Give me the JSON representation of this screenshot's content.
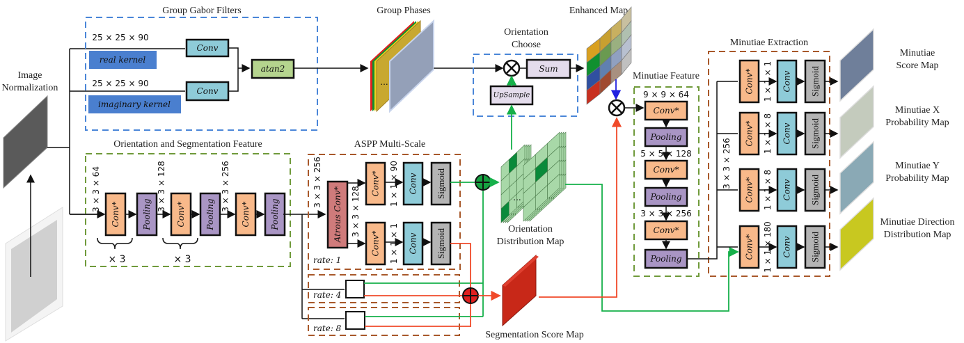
{
  "input": {
    "title_line1": "Image",
    "title_line2": "Normalization"
  },
  "gabor": {
    "title": "Group  Gabor Filters",
    "real_dim": "25 × 25 × 90",
    "imag_dim": "25 × 25 × 90",
    "real_kernel": "real kernel",
    "imag_kernel": "imaginary kernel",
    "conv": "Conv",
    "atan2": "atan2"
  },
  "group_phases": {
    "title": "Group Phases",
    "dots": "..."
  },
  "orientation_choose": {
    "title_line1": "Orientation",
    "title_line2": "Choose",
    "sum": "Sum",
    "upsample": "UpSample"
  },
  "enhanced_map": {
    "title": "Enhanced Map"
  },
  "oseg": {
    "title": "Orientation and Segmentation Feature",
    "dims": [
      "3 × 3 × 64",
      "3 × 3 × 128",
      "3 × 3 × 256"
    ],
    "conv": "Conv*",
    "pooling": "Pooling",
    "repeat": "× 3"
  },
  "aspp": {
    "title": "ASPP Multi-Scale",
    "in_dim": "3 × 3 × 256",
    "atrous": "Atrous Conv*",
    "mid_dim": "3 × 3 × 128",
    "conv_star": "Conv*",
    "conv": "Conv",
    "sigmoid": "Sigmoid",
    "upper_dim": "1 × 1 × 90",
    "lower_dim": "1 × 1 × 1",
    "rates": [
      "rate: 1",
      "rate: 4",
      "rate: 8"
    ]
  },
  "orientation_map": {
    "title_line1": "Orientation",
    "title_line2": "Distribution Map",
    "dots": "..."
  },
  "segmentation_map": {
    "title": "Segmentation Score Map"
  },
  "minutiae_feature": {
    "title": "Minutiae Feature",
    "dims": [
      "9 × 9 × 64",
      "5 × 5 × 128",
      "3 × 3 × 256"
    ],
    "conv": "Conv*",
    "pooling": "Pooling"
  },
  "minutiae_extraction": {
    "title": "Minutiae Extraction",
    "in_dim": "3 × 3 × 256",
    "conv_star": "Conv*",
    "conv": "Conv",
    "sigmoid": "Sigmoid",
    "rows": [
      {
        "dim": "1 × 1 × 1",
        "out_line1": "Minutiae",
        "out_line2": "Score Map",
        "color": "#6f7f9a"
      },
      {
        "dim": "1 × 1 × 8",
        "out_line1": "Minutiae X",
        "out_line2": "Probability Map",
        "color": "#c4cbbd"
      },
      {
        "dim": "1 × 1 × 8",
        "out_line1": "Minutiae Y",
        "out_line2": "Probability Map",
        "color": "#8aa9b5"
      },
      {
        "dim": "1 × 1 × 180",
        "out_line1": "Minutiae Direction",
        "out_line2": "Distribution Map",
        "color": "#c8c820"
      }
    ]
  },
  "colors": {
    "conv_star": "#f8b98a",
    "conv": "#8ecbd8",
    "pooling": "#a995c4",
    "sigmoid": "#b4b4b4",
    "atrous": "#cf7b7b",
    "kernel": "#4a7fcf",
    "atan2": "#b5d48e",
    "sum": "#e4dcec",
    "orientation_path": "#16b04a",
    "segmentation_path": "#f04a2a"
  }
}
